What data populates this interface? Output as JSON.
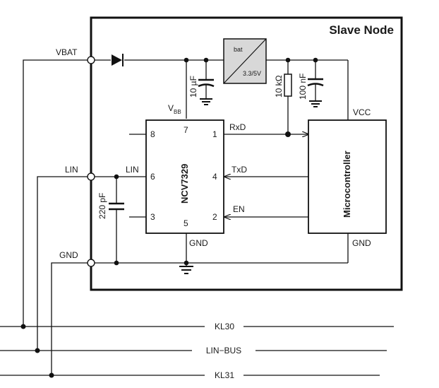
{
  "title": "Slave Node",
  "ports": {
    "vbat": "VBAT",
    "lin": "LIN",
    "gnd": "GND"
  },
  "transceiver": {
    "name": "NCV7329",
    "pins": {
      "p1": "1",
      "p2": "2",
      "p3": "3",
      "p4": "4",
      "p5": "5",
      "p6": "6",
      "p7": "7",
      "p8": "8"
    },
    "vbb_main": "V",
    "vbb_sub": "BB",
    "lin_label": "LIN",
    "gnd_label": "GND"
  },
  "signals": {
    "rxd": "RxD",
    "txd": "TxD",
    "en": "EN"
  },
  "mcu": {
    "name": "Microcontroller",
    "vcc": "VCC",
    "gnd": "GND"
  },
  "regulator": {
    "in_label": "bat",
    "out_label": "3.3/5V"
  },
  "components": {
    "c_vbb": "10 µF",
    "r_pullup": "10 kΩ",
    "c_vcc": "100 nF",
    "c_lin": "220 pF"
  },
  "bus": {
    "kl30": "KL30",
    "linbus": "LIN−BUS",
    "kl31": "KL31"
  }
}
